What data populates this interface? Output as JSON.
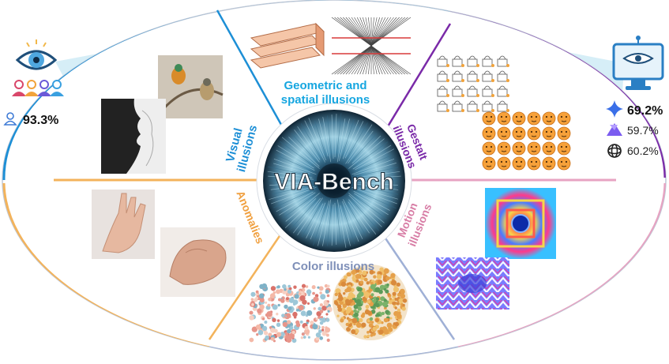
{
  "center": {
    "title": "VIA-Bench"
  },
  "categories": [
    {
      "id": "visual",
      "lines": [
        "Visual",
        "illusions"
      ],
      "color": "#1d8fd6"
    },
    {
      "id": "geometric",
      "lines": [
        "Geometric and",
        "spatial illusions"
      ],
      "color": "#16a6e0"
    },
    {
      "id": "gestalt",
      "lines": [
        "Gestalt",
        "illusions"
      ],
      "color": "#7a2aa8"
    },
    {
      "id": "motion",
      "lines": [
        "Motion",
        "illusions"
      ],
      "color": "#d87ea6"
    },
    {
      "id": "color",
      "lines": [
        "Color illusions"
      ],
      "color": "#7e8fb8"
    },
    {
      "id": "anomalies",
      "lines": [
        "Anomalies"
      ],
      "color": "#f0a040"
    }
  ],
  "human": {
    "score": "93.3%",
    "icon": "user-icon"
  },
  "models": [
    {
      "icon": "sparkle-icon",
      "score": "69.2%"
    },
    {
      "icon": "triangle-logo-icon",
      "score": "59.7%"
    },
    {
      "icon": "knot-logo-icon",
      "score": "60.2%"
    }
  ],
  "colors": {
    "visual": "#1d8fd6",
    "geometric": "#16a6e0",
    "gestalt": "#7a2aa8",
    "motion": "#e7a3c2",
    "color": "#9fb0d6",
    "anomalies": "#f3b35b",
    "beam": "#cfeaf5"
  }
}
